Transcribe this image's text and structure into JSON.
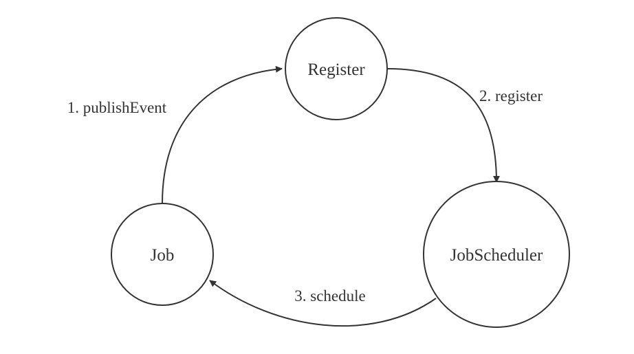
{
  "diagram": {
    "nodes": {
      "register": "Register",
      "job": "Job",
      "job_scheduler": "JobScheduler"
    },
    "edges": {
      "publish_event": "1. publishEvent",
      "register": "2. register",
      "schedule": "3. schedule"
    }
  },
  "colors": {
    "stroke": "#333333",
    "background": "#ffffff"
  }
}
